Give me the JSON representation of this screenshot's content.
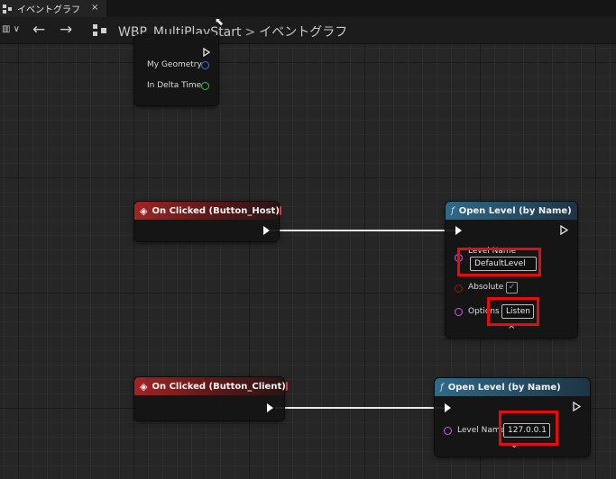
{
  "tab": {
    "title": "イベントグラフ",
    "close": "×"
  },
  "toolbar": {
    "menu_label": "▥ ∨",
    "back": "←",
    "forward": "→",
    "breadcrumb_root": "WBP_MultiPlayStart",
    "breadcrumb_sep": ">",
    "breadcrumb_current": "イベントグラフ"
  },
  "tick_node": {
    "pins": [
      "My Geometry",
      "In Delta Time"
    ]
  },
  "event_host": {
    "title": "On Clicked (Button_Host)"
  },
  "open_level_host": {
    "title": "Open Level (by Name)",
    "level_name_label": "Level Name",
    "level_name_value": "DefaultLevel",
    "absolute_label": "Absolute",
    "absolute_checked": "✓",
    "options_label": "Options",
    "options_value": "Listen",
    "collapse": "^"
  },
  "event_client": {
    "title": "On Clicked (Button_Client)"
  },
  "open_level_client": {
    "title": "Open Level (by Name)",
    "level_name_label": "Level Name",
    "level_name_value": "127.0.0.1",
    "collapse": "⌄"
  },
  "colors": {
    "event_header": "#a12525",
    "function_header": "#2f6a8a",
    "name_pin": "#c560e0",
    "bool_pin": "#8c1a1a",
    "vector_pin": "#3c6fe0",
    "float_pin": "#36c24a",
    "highlight": "#e30d0d"
  }
}
